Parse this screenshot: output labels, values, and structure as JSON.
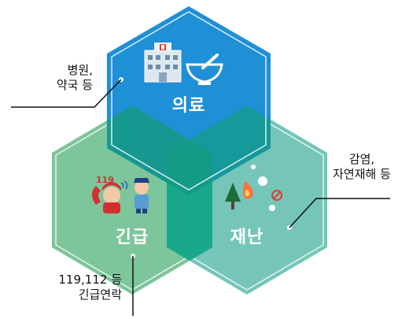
{
  "nodes": {
    "medical": {
      "title": "의료",
      "callout": [
        "병원,",
        "약국 등"
      ]
    },
    "emergency": {
      "title": "긴급",
      "callout": [
        "119,112 등",
        "긴급연락"
      ],
      "icon_text": "119"
    },
    "disaster": {
      "title": "재난",
      "callout": [
        "감염,",
        "자연재해 등"
      ]
    }
  },
  "colors": {
    "medical": "#1f8fd6",
    "emergency": "#7dc59a",
    "disaster": "#6ec3b4",
    "overlap": "#1aa88a",
    "outline": "#ffffff"
  }
}
